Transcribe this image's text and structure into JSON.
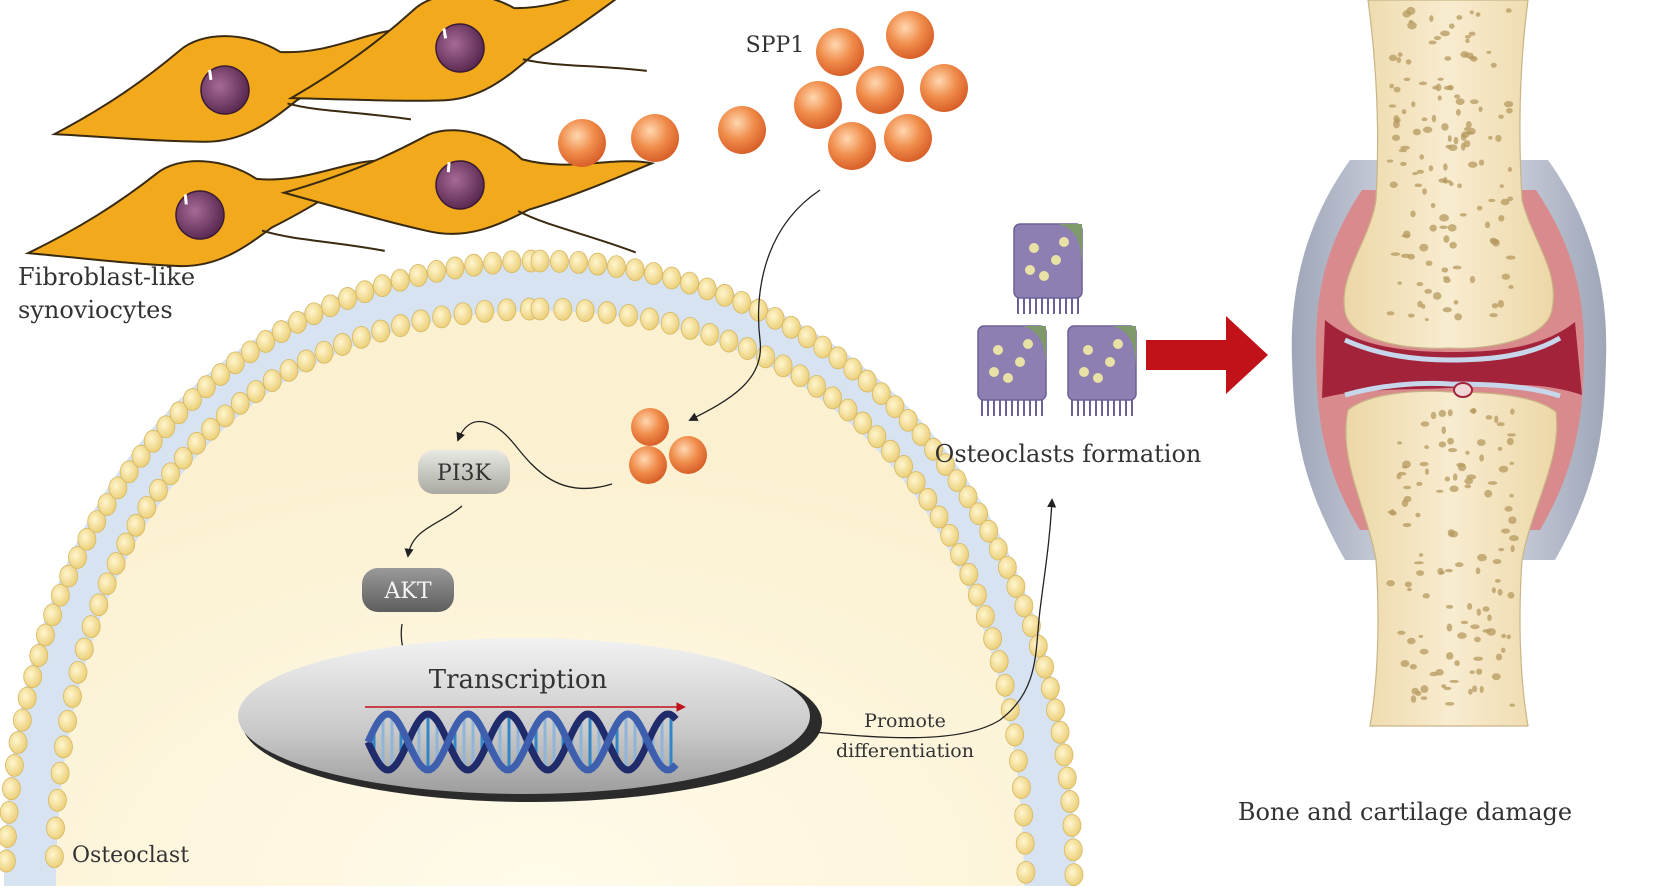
{
  "labels": {
    "fibroblast_line1": "Fibroblast-like",
    "fibroblast_line2": "synoviocytes",
    "spp1": "SPP1",
    "pi3k": "PI3K",
    "akt": "AKT",
    "transcription": "Transcription",
    "promote_line1": "Promote",
    "promote_line2": "differentiation",
    "osteoclast": "Osteoclast",
    "osteoclasts_formation": "Osteoclasts formation",
    "bone_damage": "Bone and cartilage damage"
  },
  "colors": {
    "spp1_particle": "#f08c4a",
    "fibroblast_body": "#f2aa1c",
    "fibroblast_nucleus": "#7a3f6e",
    "membrane_head": "#f6e3a0",
    "membrane_tail": "#d7e3f1",
    "cytoplasm": "#fdf6e0",
    "arrow_red": "#c1121a",
    "bone": "#f6e7c4",
    "joint_inflamed": "#a3233a"
  }
}
